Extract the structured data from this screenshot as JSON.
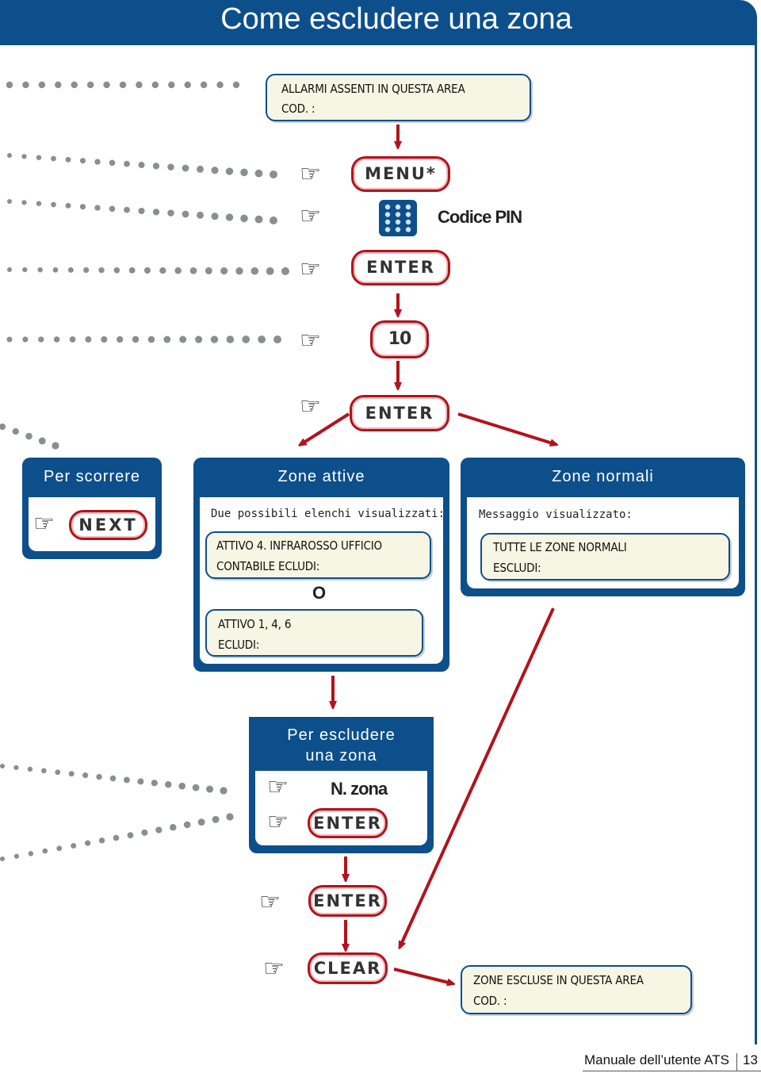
{
  "page": {
    "title": "Come escludere una zona",
    "footer_text": "Manuale dell’utente ATS",
    "page_number": "13"
  },
  "display_top": {
    "line1": "ALLARMI ASSENTI IN QUESTA AREA",
    "line2": "COD. :"
  },
  "keys": {
    "menu": "MENU*",
    "codice_pin": "Codice PIN",
    "enter": "ENTER",
    "ten": "10",
    "next": "NEXT",
    "n_zona": "N. zona",
    "clear": "CLEAR"
  },
  "hand_symbol": "☞",
  "panel_scroll": {
    "title": "Per scorrere"
  },
  "panel_active": {
    "title": "Zone attive",
    "intro": "Due possibili elenchi visualizzati:",
    "display1": {
      "line1": "ATTIVO 4. INFRAROSSO UFFICIO",
      "line2": "CONTABILE ECLUDI:"
    },
    "or": "O",
    "display2": {
      "line1": "ATTIVO 1, 4, 6",
      "line2": "ECLUDI:"
    }
  },
  "panel_normal": {
    "title": "Zone normali",
    "intro": "Messaggio visualizzato:",
    "display": {
      "line1": "TUTTE LE ZONE NORMALI",
      "line2": "ESCLUDI:"
    }
  },
  "panel_exclude": {
    "title_line1": "Per escludere",
    "title_line2": "una zona"
  },
  "display_bottom": {
    "line1": "ZONE ESCLUSE IN QUESTA AREA",
    "line2": "COD. :"
  },
  "colors": {
    "blue": "#0d4f8b",
    "red": "#b3121c",
    "lcd": "#f7f5e3"
  },
  "icons": [
    "hand-pointing-icon",
    "keypad-icon"
  ]
}
